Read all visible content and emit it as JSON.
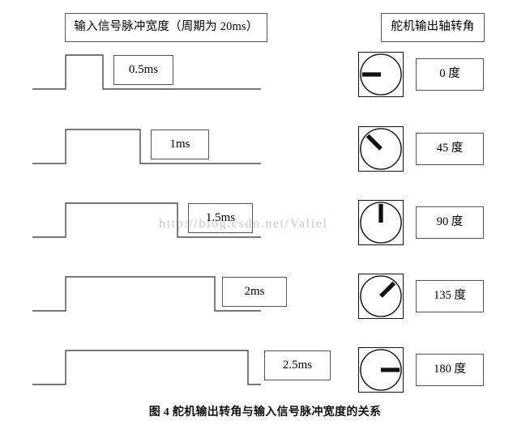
{
  "figure": {
    "caption": "图 4 舵机输出转角与输入信号脉冲宽度的关系",
    "watermark": "http://blog.csdn.net/Valiel"
  },
  "headers": {
    "left": "输入信号脉冲宽度（周期为 20ms）",
    "right": "舵机输出轴转角"
  },
  "chart_data": {
    "type": "line",
    "title": "图 4 舵机输出转角与输入信号脉冲宽度的关系",
    "xlabel": "输入信号脉冲宽度（周期为 20ms）",
    "ylabel": "舵机输出轴转角",
    "grid": false,
    "legend": "none",
    "x": [
      0.5,
      1.0,
      1.5,
      2.0,
      2.5
    ],
    "values": [
      0,
      45,
      90,
      135,
      180
    ],
    "xlim": [
      0,
      20
    ],
    "ylim": [
      0,
      180
    ],
    "x_unit": "ms",
    "y_unit": "度",
    "period_ms": 20,
    "rows": [
      {
        "pulse_label": "0.5ms",
        "pulse_ms": 0.5,
        "angle_label": "0 度",
        "angle_deg": 0,
        "needle_icon": "needle-left",
        "needle_svg_angle_deg": 180
      },
      {
        "pulse_label": "1ms",
        "pulse_ms": 1.0,
        "angle_label": "45 度",
        "angle_deg": 45,
        "needle_icon": "needle-up-left",
        "needle_svg_angle_deg": 135
      },
      {
        "pulse_label": "1.5ms",
        "pulse_ms": 1.5,
        "angle_label": "90 度",
        "angle_deg": 90,
        "needle_icon": "needle-up",
        "needle_svg_angle_deg": 90
      },
      {
        "pulse_label": "2ms",
        "pulse_ms": 2.0,
        "angle_label": "135 度",
        "angle_deg": 135,
        "needle_icon": "needle-up-right",
        "needle_svg_angle_deg": 45
      },
      {
        "pulse_label": "2.5ms",
        "pulse_ms": 2.5,
        "angle_label": "180 度",
        "angle_deg": 180,
        "needle_icon": "needle-right",
        "needle_svg_angle_deg": 0
      }
    ]
  },
  "geometry": {
    "wave_rise_x": 41,
    "wave_fall_x": [
      87,
      133,
      179,
      225,
      266
    ],
    "wave_end_x": 282,
    "wave_top_y": 10,
    "wave_base_y": 52,
    "label_left_x": [
      140,
      186,
      232,
      274,
      326
    ],
    "label_width": [
      74,
      72,
      80,
      80,
      82
    ],
    "label_top_y": [
      10,
      10,
      10,
      10,
      10
    ],
    "dial_left_x": 442,
    "dial_top_y": [
      6,
      6,
      6,
      6,
      6
    ],
    "angle_left_x": [
      513,
      513,
      513,
      513,
      513
    ]
  },
  "colors": {
    "stroke": "#4a4a4a",
    "box_border": "#555555",
    "dial_stroke": "#111111",
    "watermark": "#c8c8c8",
    "background": "#ffffff"
  }
}
